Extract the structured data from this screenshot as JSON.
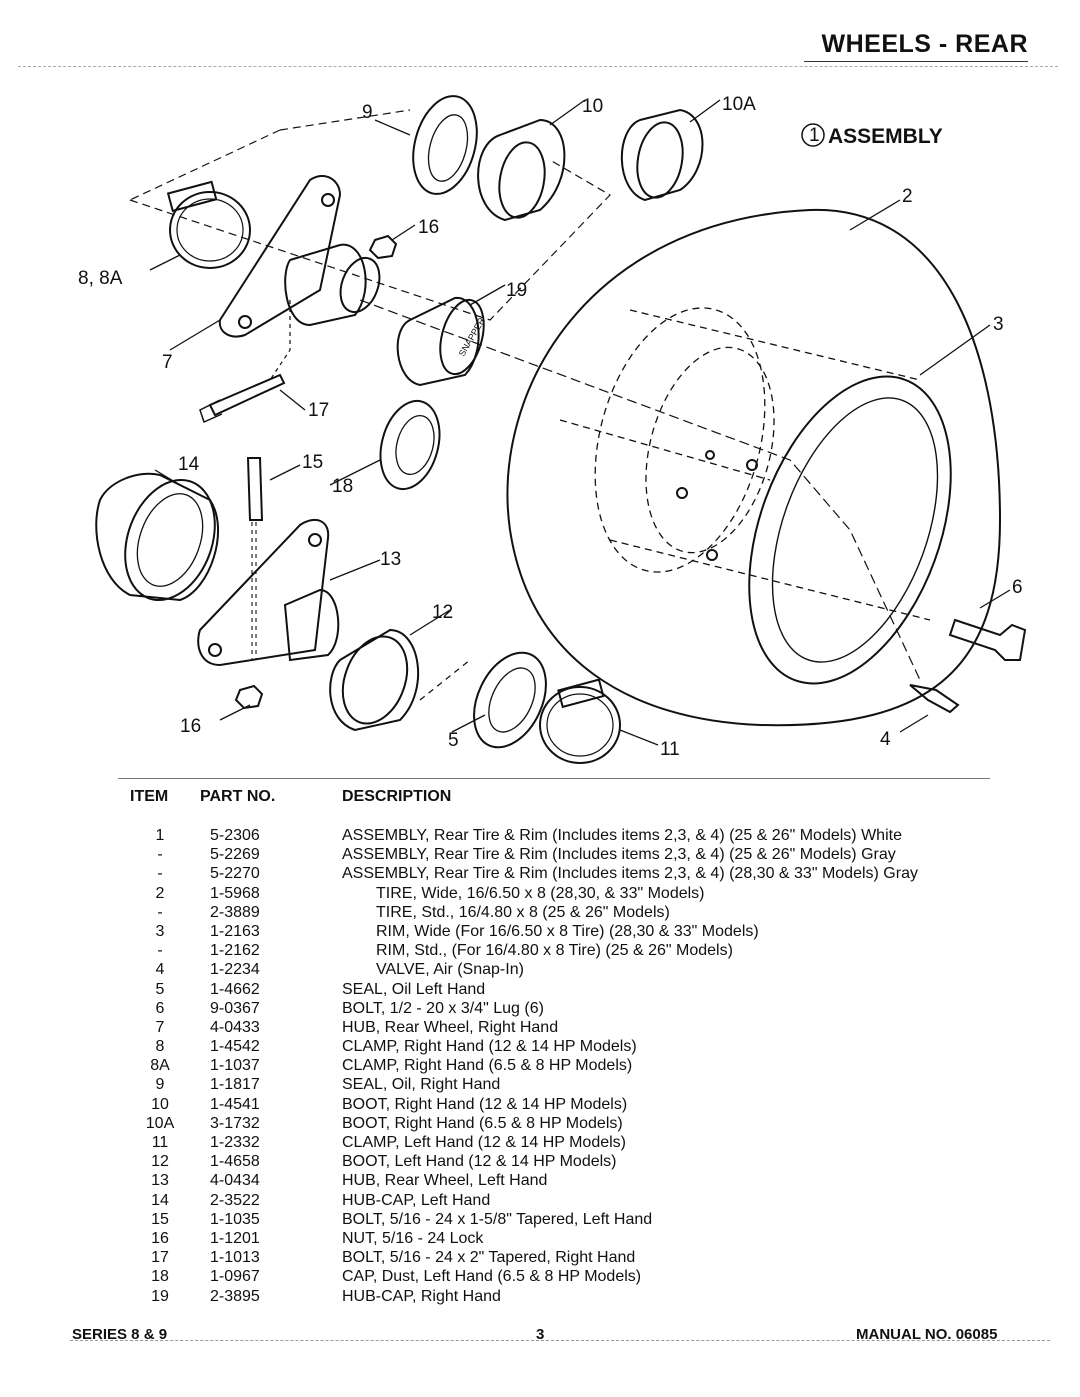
{
  "header": {
    "title": "WHEELS - REAR"
  },
  "diagram": {
    "assembly_label": "ASSEMBLY",
    "assembly_number": "1",
    "callouts": [
      "9",
      "10",
      "10A",
      "2",
      "16",
      "8, 8A",
      "19",
      "3",
      "7",
      "17",
      "14",
      "15",
      "18",
      "13",
      "6",
      "12",
      "16",
      "5",
      "11",
      "4"
    ],
    "hubcap_text": "SNAPPER"
  },
  "parts_table": {
    "headers": {
      "item": "ITEM",
      "part_no": "PART NO.",
      "description": "DESCRIPTION"
    },
    "rows": [
      {
        "item": "1",
        "part_no": "5-2306",
        "description": "ASSEMBLY, Rear Tire & Rim (Includes items 2,3, & 4) (25 & 26\" Models) White",
        "indent": false
      },
      {
        "item": "-",
        "part_no": "5-2269",
        "description": "ASSEMBLY, Rear Tire & Rim (Includes items 2,3, & 4) (25 & 26\" Models) Gray",
        "indent": false
      },
      {
        "item": "-",
        "part_no": "5-2270",
        "description": "ASSEMBLY, Rear Tire & Rim (Includes items 2,3, & 4) (28,30 & 33\" Models) Gray",
        "indent": false
      },
      {
        "item": "2",
        "part_no": "1-5968",
        "description": "TIRE, Wide, 16/6.50 x 8 (28,30, & 33\" Models)",
        "indent": true
      },
      {
        "item": "-",
        "part_no": "2-3889",
        "description": "TIRE, Std., 16/4.80 x 8 (25 & 26\" Models)",
        "indent": true
      },
      {
        "item": "3",
        "part_no": "1-2163",
        "description": "RIM, Wide (For 16/6.50 x 8 Tire) (28,30 & 33\" Models)",
        "indent": true
      },
      {
        "item": "-",
        "part_no": "1-2162",
        "description": "RIM, Std., (For 16/4.80 x 8 Tire) (25 & 26\" Models)",
        "indent": true
      },
      {
        "item": "4",
        "part_no": "1-2234",
        "description": "VALVE, Air (Snap-In)",
        "indent": true
      },
      {
        "item": "5",
        "part_no": "1-4662",
        "description": "SEAL, Oil Left Hand",
        "indent": false
      },
      {
        "item": "6",
        "part_no": "9-0367",
        "description": "BOLT, 1/2 - 20 x 3/4\" Lug (6)",
        "indent": false
      },
      {
        "item": "7",
        "part_no": "4-0433",
        "description": "HUB, Rear Wheel, Right Hand",
        "indent": false
      },
      {
        "item": "8",
        "part_no": "1-4542",
        "description": "CLAMP, Right Hand (12 & 14 HP Models)",
        "indent": false
      },
      {
        "item": "8A",
        "part_no": "1-1037",
        "description": "CLAMP, Right Hand (6.5 & 8 HP Models)",
        "indent": false
      },
      {
        "item": "9",
        "part_no": "1-1817",
        "description": "SEAL, Oil, Right Hand",
        "indent": false
      },
      {
        "item": "10",
        "part_no": "1-4541",
        "description": "BOOT, Right Hand (12 & 14 HP Models)",
        "indent": false
      },
      {
        "item": "10A",
        "part_no": "3-1732",
        "description": "BOOT, Right Hand (6.5 & 8 HP Models)",
        "indent": false
      },
      {
        "item": "11",
        "part_no": "1-2332",
        "description": "CLAMP, Left Hand (12 & 14 HP Models)",
        "indent": false
      },
      {
        "item": "12",
        "part_no": "1-4658",
        "description": "BOOT, Left Hand (12 & 14 HP Models)",
        "indent": false
      },
      {
        "item": "13",
        "part_no": "4-0434",
        "description": "HUB, Rear Wheel, Left Hand",
        "indent": false
      },
      {
        "item": "14",
        "part_no": "2-3522",
        "description": "HUB-CAP, Left Hand",
        "indent": false
      },
      {
        "item": "15",
        "part_no": "1-1035",
        "description": "BOLT, 5/16 - 24 x 1-5/8\" Tapered, Left Hand",
        "indent": false
      },
      {
        "item": "16",
        "part_no": "1-1201",
        "description": "NUT, 5/16 - 24 Lock",
        "indent": false
      },
      {
        "item": "17",
        "part_no": "1-1013",
        "description": "BOLT, 5/16 - 24 x 2\" Tapered, Right Hand",
        "indent": false
      },
      {
        "item": "18",
        "part_no": "1-0967",
        "description": "CAP, Dust, Left Hand (6.5 & 8 HP Models)",
        "indent": false
      },
      {
        "item": "19",
        "part_no": "2-3895",
        "description": "HUB-CAP, Right Hand",
        "indent": false
      }
    ]
  },
  "footer": {
    "series": "SERIES 8 & 9",
    "page": "3",
    "manual": "MANUAL NO. 06085"
  }
}
